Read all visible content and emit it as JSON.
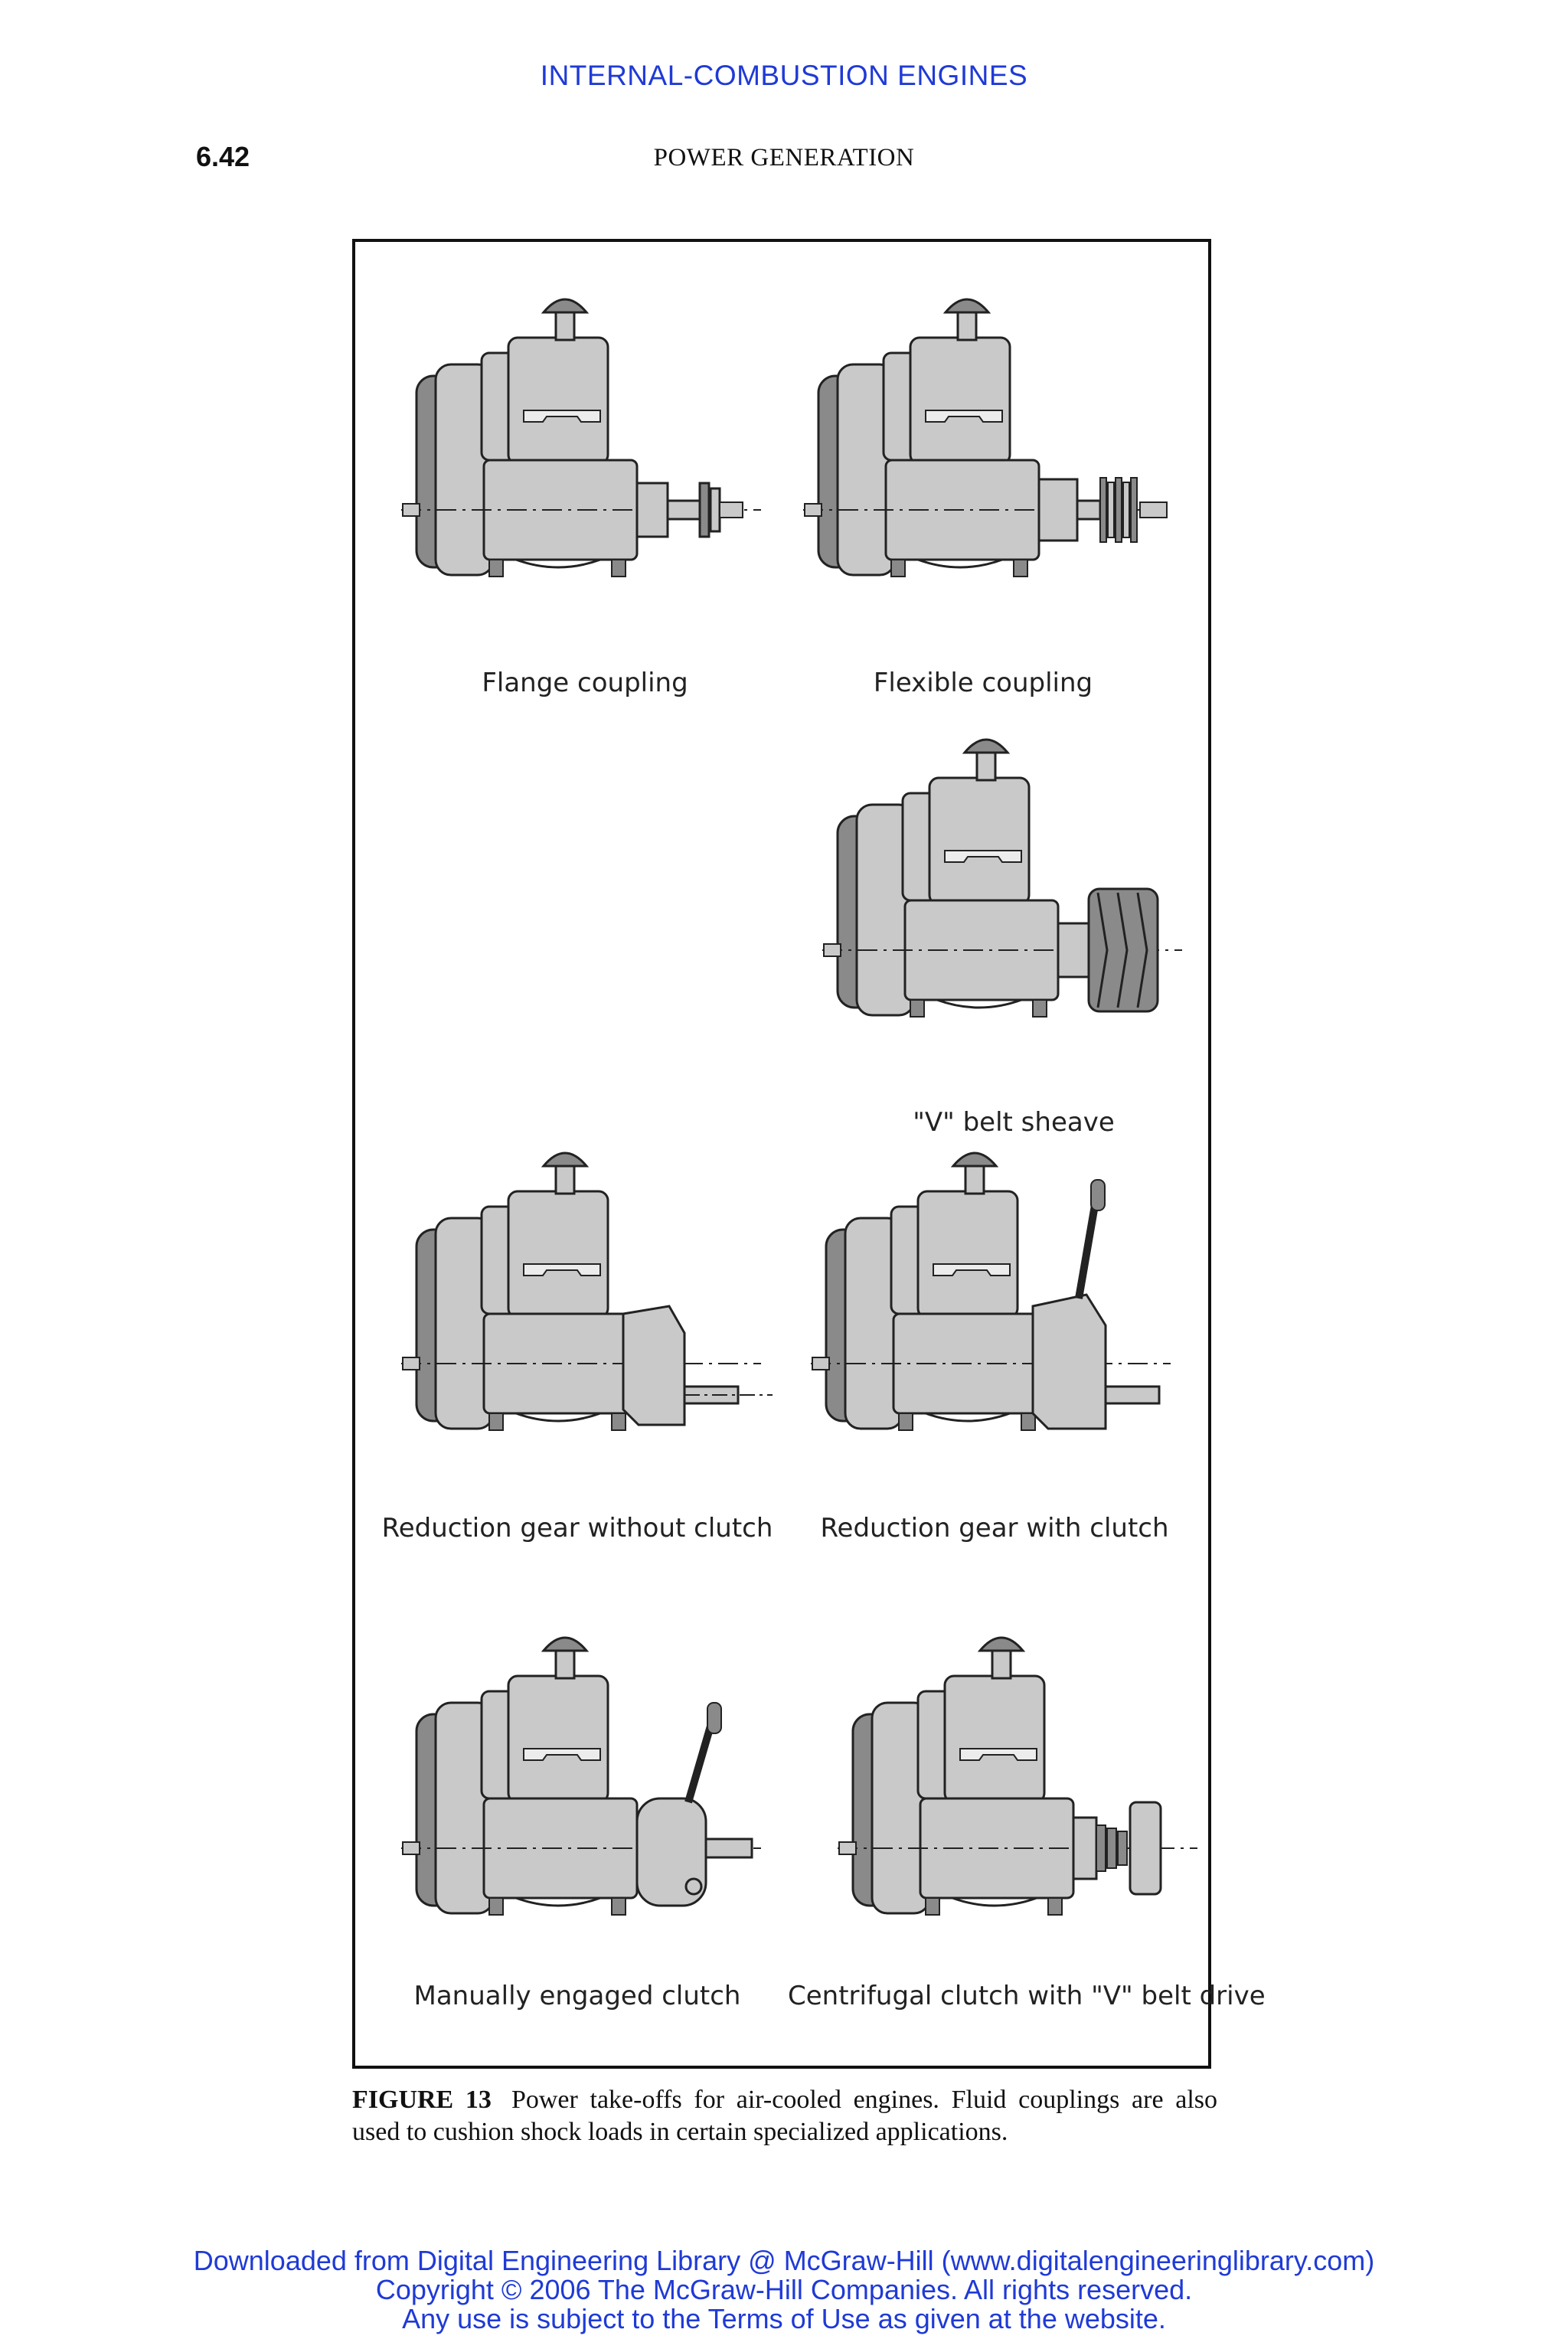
{
  "running_head": "INTERNAL-COMBUSTION ENGINES",
  "page_number": "6.42",
  "section_title": "POWER GENERATION",
  "figure": {
    "panels": [
      {
        "label": "Flange coupling",
        "attachment": "flange"
      },
      {
        "label": "Flexible coupling",
        "attachment": "flexible"
      },
      {
        "label": "\"V\" belt sheave",
        "attachment": "sheave"
      },
      {
        "label": "Reduction gear without clutch",
        "attachment": "reduction"
      },
      {
        "label": "Reduction gear with clutch",
        "attachment": "reduction-clutch"
      },
      {
        "label": "Manually engaged clutch",
        "attachment": "manual-clutch"
      },
      {
        "label": "Centrifugal clutch with \"V\" belt drive",
        "attachment": "centrifugal"
      }
    ],
    "caption_number": "FIGURE 13",
    "caption_text": "Power take-offs for air-cooled engines. Fluid couplings are also used to cushion shock loads in certain specialized applications."
  },
  "footer": {
    "line1": "Downloaded from Digital Engineering Library @ McGraw-Hill (www.digitalengineeringlibrary.com)",
    "line2": "Copyright © 2006 The McGraw-Hill Companies. All rights reserved.",
    "line3": "Any use is subject to the Terms of Use as given at the website."
  },
  "colors": {
    "link_blue": "#1f3ad6",
    "engine_fill": "#c9c9c9",
    "engine_dark": "#8a8a8a",
    "outline": "#222222"
  }
}
